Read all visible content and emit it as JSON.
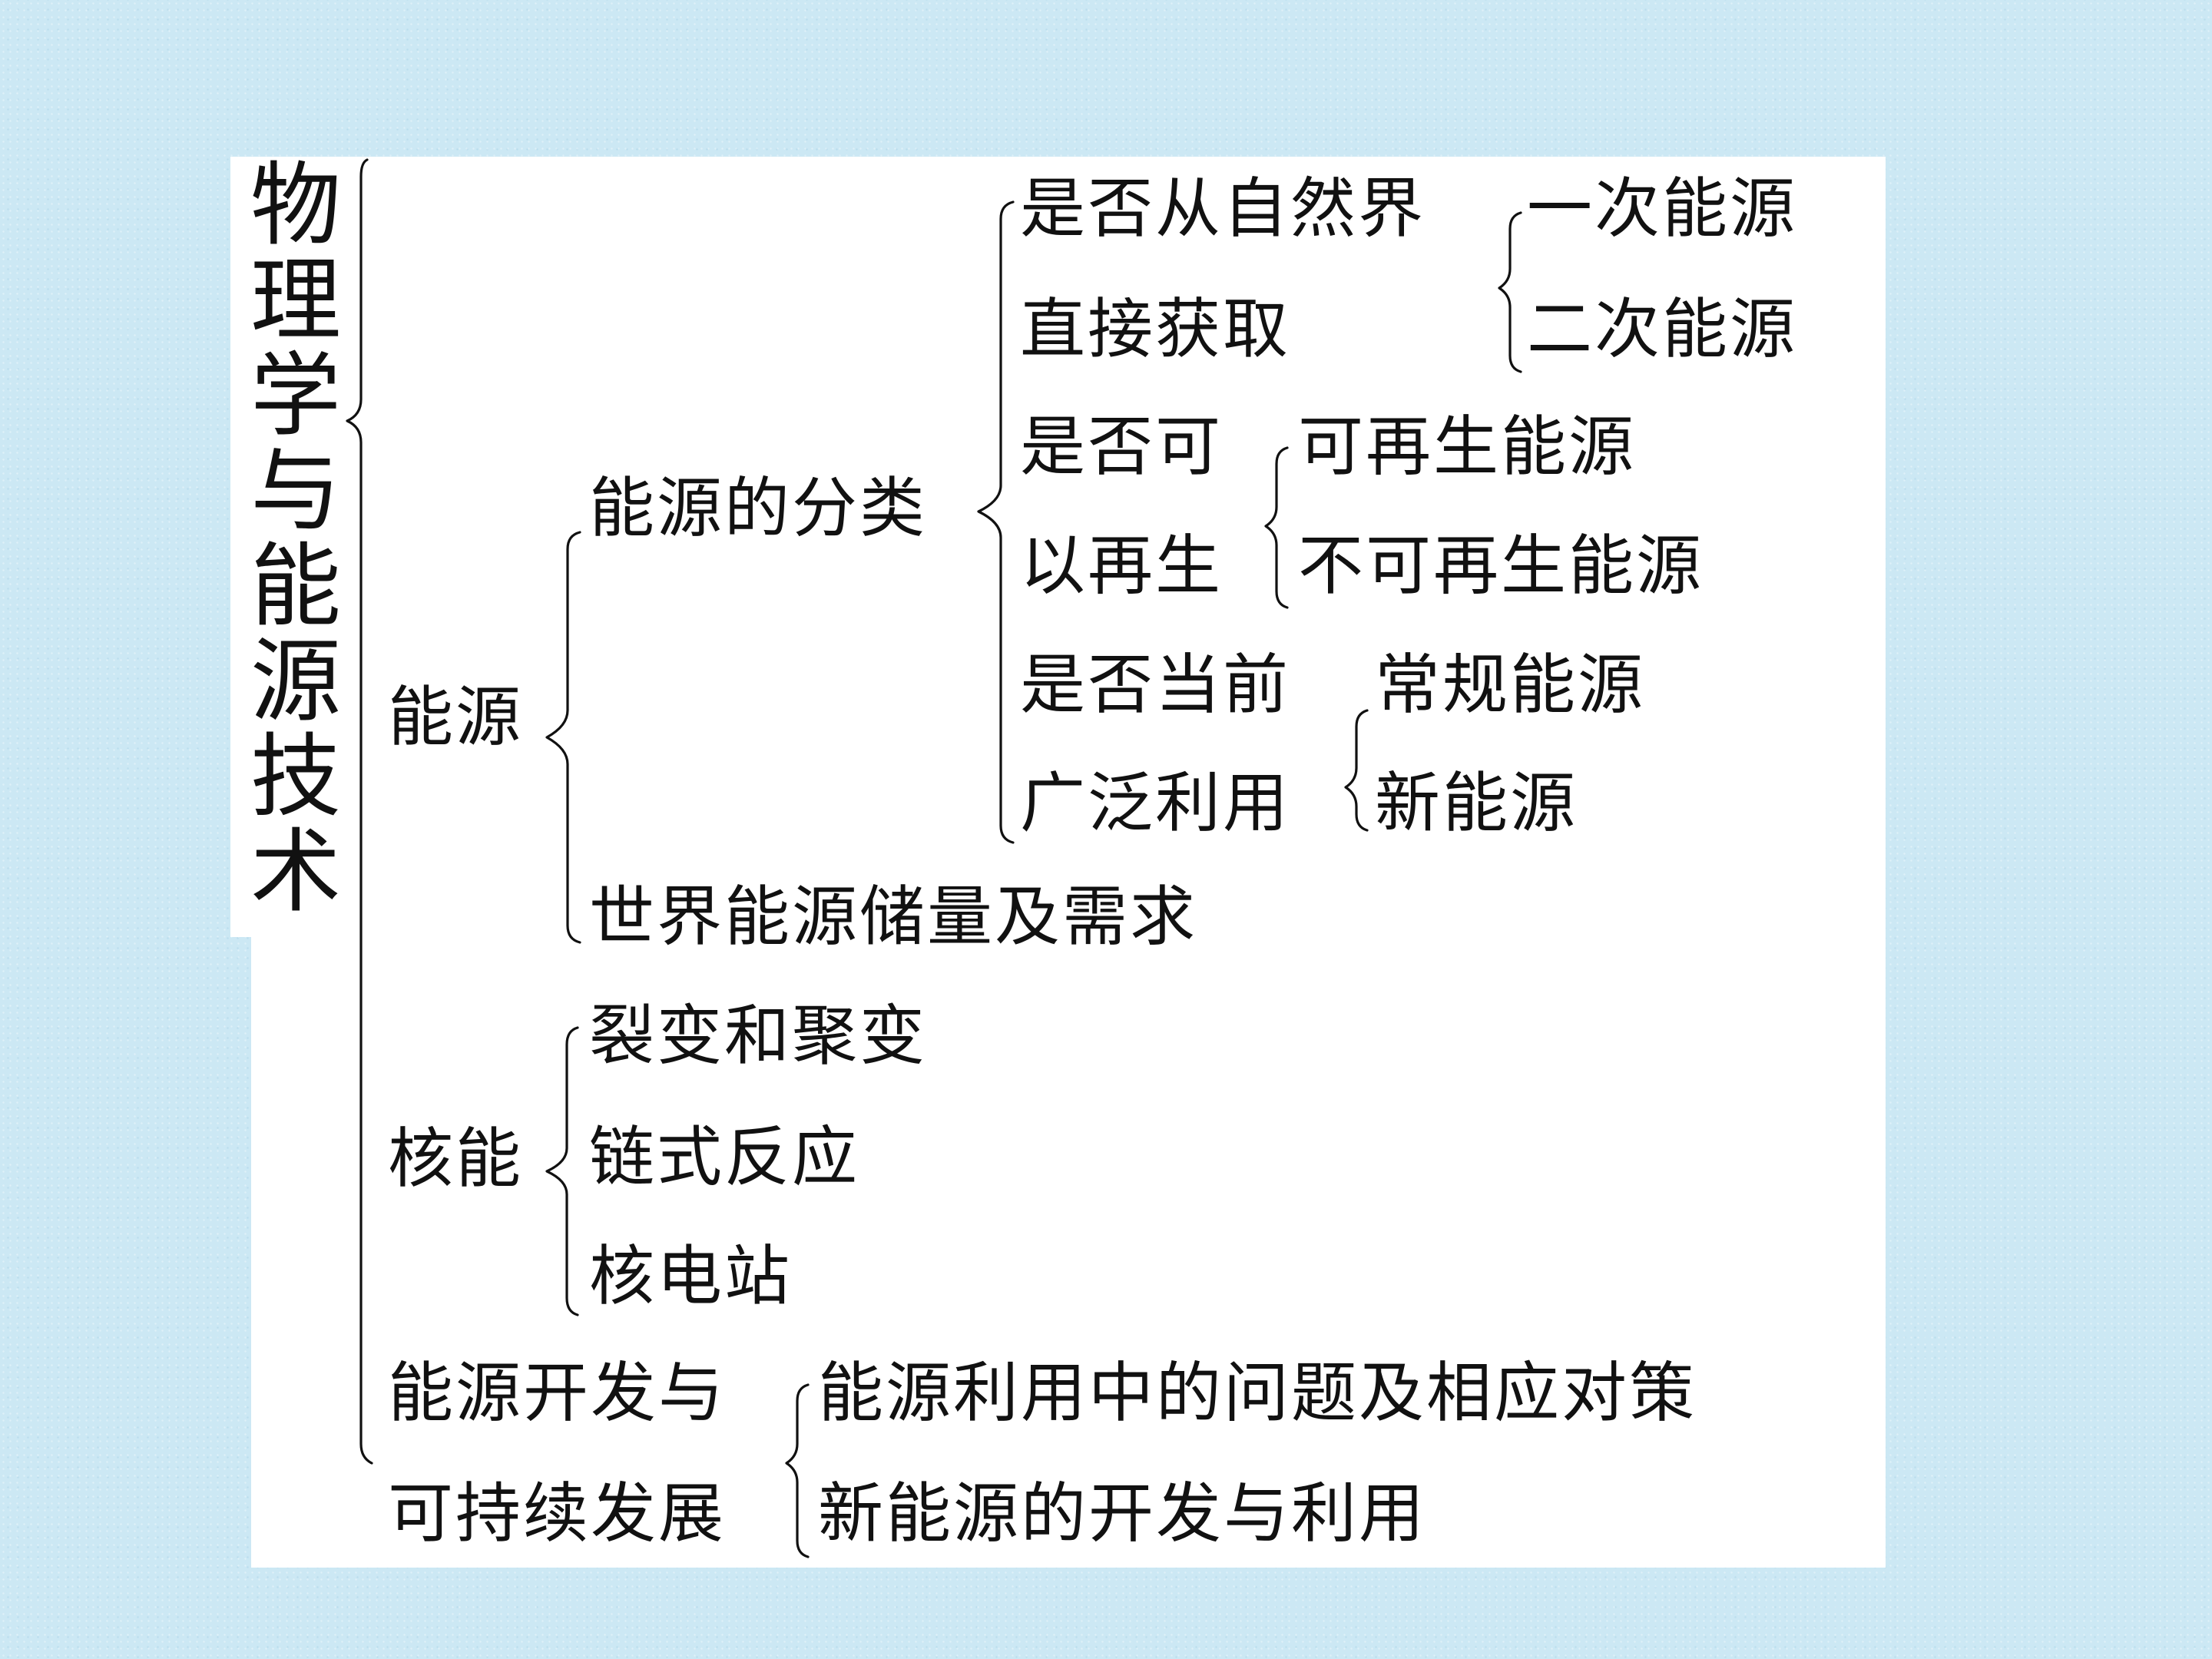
{
  "diagram": {
    "root": [
      "物",
      "理",
      "学",
      "与",
      "能",
      "源",
      "技",
      "术"
    ],
    "branches": {
      "energy": {
        "label": "能源",
        "classification": {
          "label": "能源的分类",
          "natural": {
            "line1": "是否从自然界",
            "line2": "直接获取",
            "options": [
              "一次能源",
              "二次能源"
            ]
          },
          "renewable": {
            "line1": "是否可",
            "line2": "以再生",
            "options": [
              "可再生能源",
              "不可再生能源"
            ]
          },
          "current": {
            "line1": "是否当前",
            "line2": "广泛利用",
            "options": [
              "常规能源",
              "新能源"
            ]
          }
        },
        "reserves": "世界能源储量及需求"
      },
      "nuclear": {
        "label": "核能",
        "items": [
          "裂变和聚变",
          "链式反应",
          "核电站"
        ]
      },
      "sustainable": {
        "line1": "能源开发与",
        "line2": "可持续发展",
        "items": [
          "能源利用中的问题及相应对策",
          "新能源的开发与利用"
        ]
      }
    }
  }
}
